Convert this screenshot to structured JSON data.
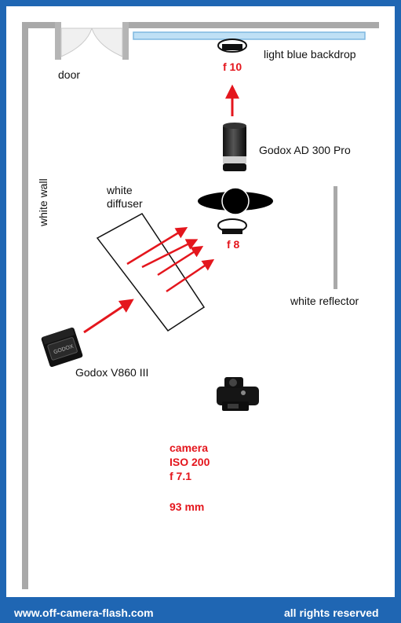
{
  "labels": {
    "door": "door",
    "backdrop": "light blue backdrop",
    "backdrop_fstop": "f 10",
    "main_light": "Godox AD 300 Pro",
    "white_wall": "white wall",
    "diffuser_line1": "white",
    "diffuser_line2": "diffuser",
    "fill_fstop": "f 8",
    "reflector": "white reflector",
    "speedlight": "Godox V860 III",
    "speedlight_badge": "GODOX",
    "camera_heading": "camera",
    "camera_iso": "ISO 200",
    "camera_aperture": "f  7.1",
    "camera_focal": "93 mm"
  },
  "footer": {
    "website": "www.off-camera-flash.com",
    "rights": "all rights reserved"
  },
  "colors": {
    "frame": "#1f66b3",
    "room": "#ffffff",
    "wall": "#a9a9a9",
    "backdrop": "#bfe0f5",
    "arrow": "#e4161d",
    "label_accent": "#e4161d"
  }
}
